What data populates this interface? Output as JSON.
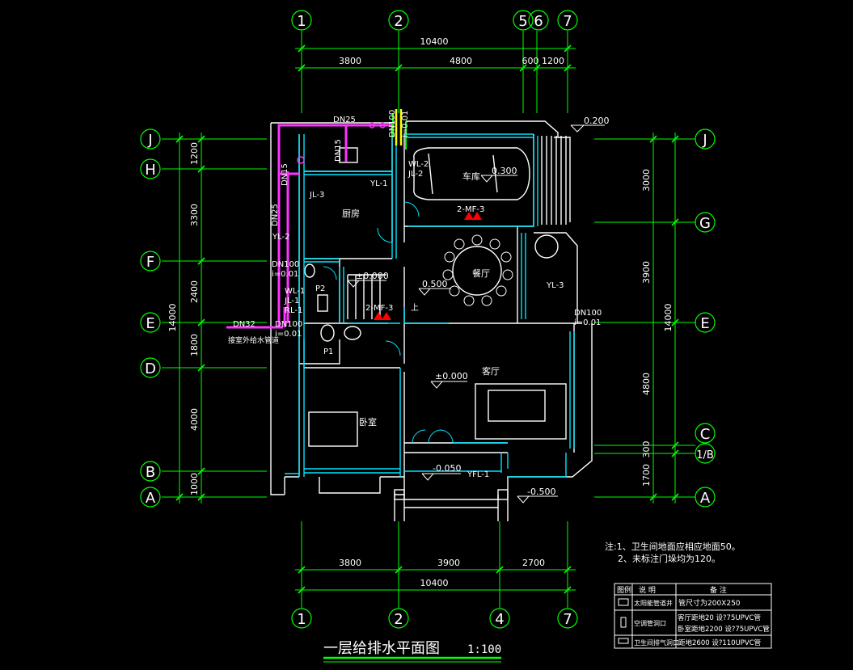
{
  "title": "一层给排水平面图",
  "scale": "1:100",
  "axes": {
    "top": [
      "1",
      "2",
      "5",
      "6",
      "7"
    ],
    "bottom": [
      "1",
      "2",
      "4",
      "7"
    ],
    "left": [
      "J",
      "H",
      "F",
      "E",
      "D",
      "B",
      "A"
    ],
    "right": [
      "J",
      "G",
      "E",
      "C",
      "1/B",
      "A"
    ]
  },
  "dimensions": {
    "top_total": "10400",
    "top_parts": [
      "3800",
      "4800",
      "600",
      "1200"
    ],
    "bottom_parts": [
      "3800",
      "3900",
      "2700"
    ],
    "bottom_total": "10400",
    "left_total": "14000",
    "left_parts": [
      "1200",
      "3300",
      "2400",
      "1800",
      "4000",
      "1000"
    ],
    "right_total": "14000",
    "right_parts": [
      "3000",
      "3900",
      "4800",
      "300",
      "1700"
    ]
  },
  "rooms": {
    "kitchen": "厨房",
    "garage": "车库",
    "dining": "餐厅",
    "living": "客厅",
    "bedroom": "卧室"
  },
  "elevations": {
    "garage_top": "0.200",
    "garage": "0.300",
    "stair": "±0.000",
    "dining": "0.500",
    "living": "±0.000",
    "porch": "-0.050",
    "outside": "-0.500"
  },
  "pipe_labels": {
    "dn25_top": "DN25",
    "dn15_v": "DN15",
    "dn15_k": "DN15",
    "dn25_left": "DN25",
    "dn100_top_a": "DN100",
    "dn100_top_b": "i=0.01",
    "dn100_left": "DN100",
    "i001_left": "i=0.01",
    "dn100_e": "DN100",
    "i001_e": "i=0.01",
    "dn100_low": "DN100",
    "i001_low": "i=0.01",
    "dn32": "DN32",
    "jl3": "JL-3",
    "yl1": "YL-1",
    "yl2": "YL-2",
    "yl3": "YL-3",
    "wl2": "WL-2",
    "jl2": "JL-2",
    "wl1": "WL-1",
    "jl1": "JL-1",
    "rl1": "RL-1",
    "p1": "P1",
    "p2": "P2",
    "mf3_a": "2-MF-3",
    "mf3_b": "2-MF-3",
    "up": "上",
    "yfl1": "YFL-1",
    "outdoor_note": "接室外给水管道"
  },
  "notes": [
    "注:1、卫生间地面应相应地面50。",
    "2、未标注门垛均为120。"
  ],
  "legend": {
    "headers": [
      "图例",
      "说  明",
      "备  注"
    ],
    "rows": [
      {
        "name": "太阳能管道井",
        "note": "管尺寸为200X250"
      },
      {
        "name": "空调管洞口",
        "note1": "客厅距地20 设?75UPVC管",
        "note2": "卧室距地2200 设?75UPVC管"
      },
      {
        "name": "卫生间排气洞口",
        "note": "距地2600 设?110UPVC管"
      }
    ]
  },
  "colors": {
    "wall": "#ffffff",
    "window": "#00e5ff",
    "grid": "#00ff00",
    "pipe_supply": "#ff33ff",
    "pipe_drain": "#ffff00",
    "marker": "#ff0000"
  }
}
